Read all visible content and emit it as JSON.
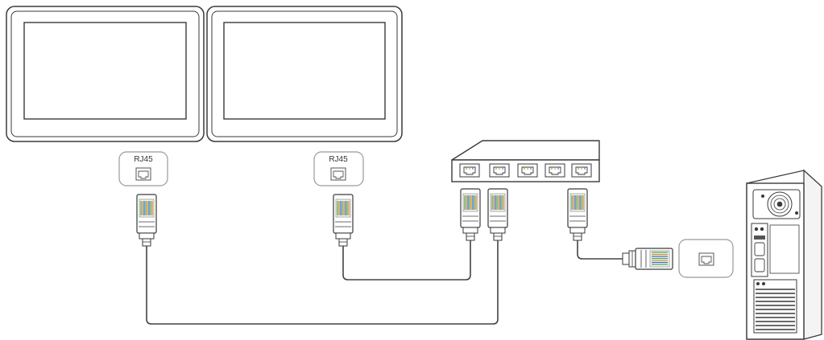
{
  "diagram": {
    "type": "network-connection",
    "monitors": [
      {
        "port_label": "RJ45"
      },
      {
        "port_label": "RJ45"
      }
    ],
    "hub": {
      "port_count": 5
    },
    "pc": {
      "has_lan_port": true
    },
    "colors": {
      "stroke": "#3a3a3a",
      "screen_bezel": "#ffffff",
      "cable": "#444444",
      "wire_green": "#4caf50",
      "wire_orange": "#e08a2a",
      "wire_blue": "#3a6fd0"
    }
  }
}
